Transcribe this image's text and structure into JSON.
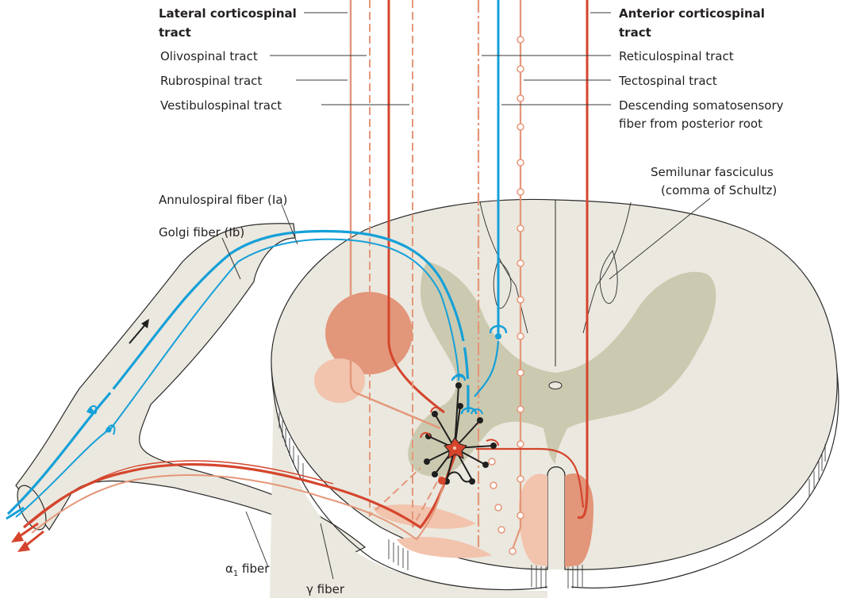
{
  "labels": {
    "lateral_corticospinal": [
      "Lateral corticospinal",
      "tract"
    ],
    "olivospinal": "Olivospinal tract",
    "rubrospinal": "Rubrospinal tract",
    "vestibulospinal": "Vestibulospinal tract",
    "anterior_corticospinal": [
      "Anterior corticospinal",
      "tract"
    ],
    "reticulospinal": "Reticulospinal tract",
    "tectospinal": "Tectospinal tract",
    "descending_somatosensory": [
      "Descending somatosensory",
      "fiber from posterior root"
    ],
    "semilunar": [
      "Semilunar fasciculus",
      "(comma of Schultz)"
    ],
    "annulospiral": "Annulospiral fiber (Ia)",
    "golgi": "Golgi fiber (Ib)",
    "alpha1_greek": "α",
    "alpha1_sub": "1",
    "alpha1_rest": " fiber",
    "gamma": "γ fiber"
  },
  "colors": {
    "cord_fill": "#ebe8df",
    "gray_matter": "#cbcab0",
    "tract_dark": "#d5452d",
    "tract_light": "#e4977a",
    "nucleus": "#e2967a",
    "nucleus_light": "#f2c3ad",
    "sensory": "#16a0d8",
    "interneuron": "#1f1f1f",
    "outline": "#2b2b2b"
  }
}
